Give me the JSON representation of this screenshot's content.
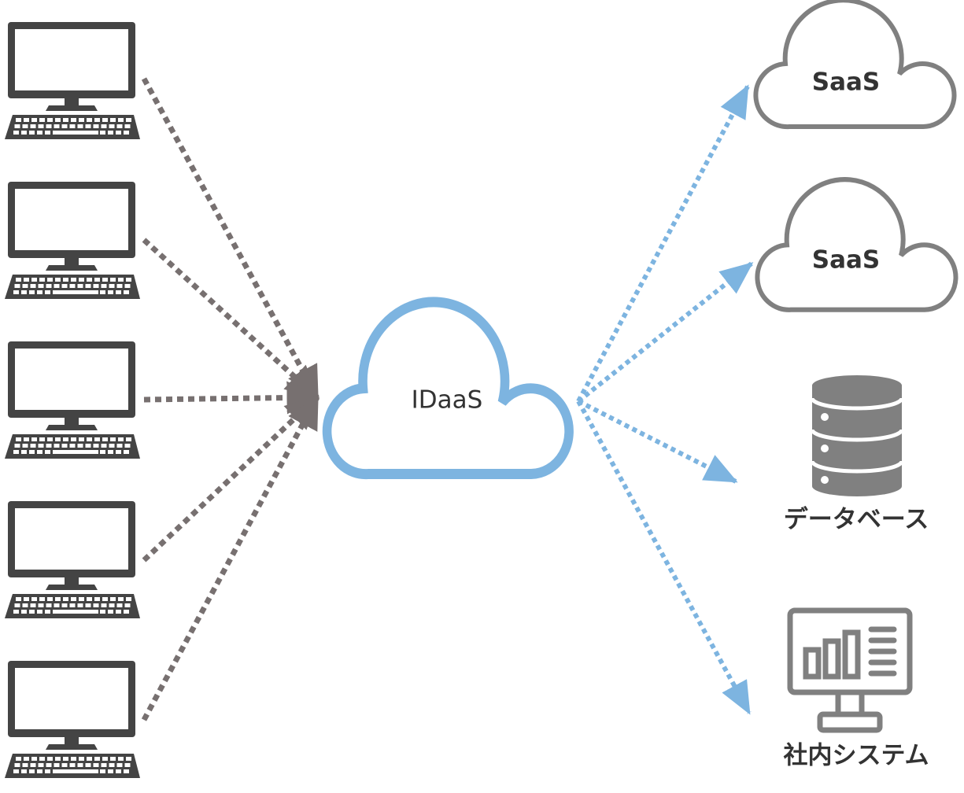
{
  "colors": {
    "client": "#444444",
    "client_arrow": "#777070",
    "idaas": "#7db4e0",
    "service": "#808080",
    "text": "#333333"
  },
  "clients": [
    {
      "icon": "desktop-computer-icon"
    },
    {
      "icon": "desktop-computer-icon"
    },
    {
      "icon": "desktop-computer-icon"
    },
    {
      "icon": "desktop-computer-icon"
    },
    {
      "icon": "desktop-computer-icon"
    }
  ],
  "hub": {
    "label": "IDaaS",
    "icon": "cloud-icon"
  },
  "services": [
    {
      "label": "SaaS",
      "icon": "cloud-icon"
    },
    {
      "label": "SaaS",
      "icon": "cloud-icon"
    },
    {
      "label": "データベース",
      "icon": "database-icon"
    },
    {
      "label": "社内システム",
      "icon": "monitor-chart-icon"
    }
  ]
}
